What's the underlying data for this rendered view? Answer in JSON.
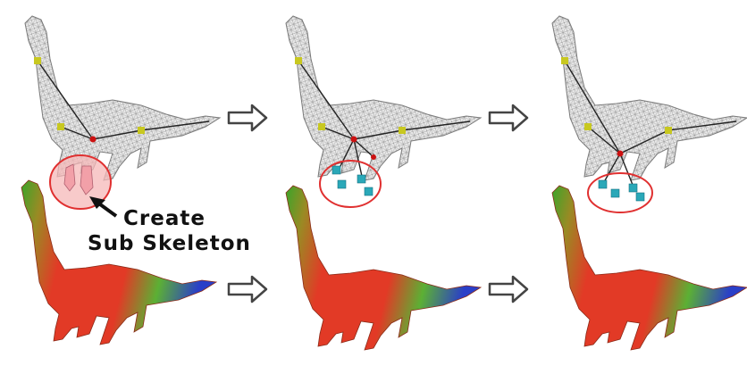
{
  "annotation": {
    "line1": "Create",
    "line2": "Sub Skeleton"
  },
  "colors": {
    "mesh_fill": "#e4e4e4",
    "mesh_line": "#8a8a8a",
    "skeleton_bone": "#222222",
    "joint_root": "#cc1111",
    "joint_marker": "#c8c820",
    "sub_skeleton_joint": "#2aa8b8",
    "highlight_circle": "#e03030",
    "highlight_fill": "#f6b8b8",
    "body_red": "#e23a26",
    "neck_green": "#3aa52a",
    "tail_blue": "#2a3fc8",
    "arrow_outline": "#444444"
  },
  "panels": [
    {
      "stage": 1,
      "shows_sub_skeleton": false,
      "highlight": "filled"
    },
    {
      "stage": 2,
      "shows_sub_skeleton": true,
      "highlight": "outline"
    },
    {
      "stage": 3,
      "shows_sub_skeleton": true,
      "highlight": "outline"
    }
  ],
  "icons": {
    "step_arrow": "hollow-right-arrow-icon",
    "pointer_arrow": "black-pointer-arrow-icon"
  }
}
